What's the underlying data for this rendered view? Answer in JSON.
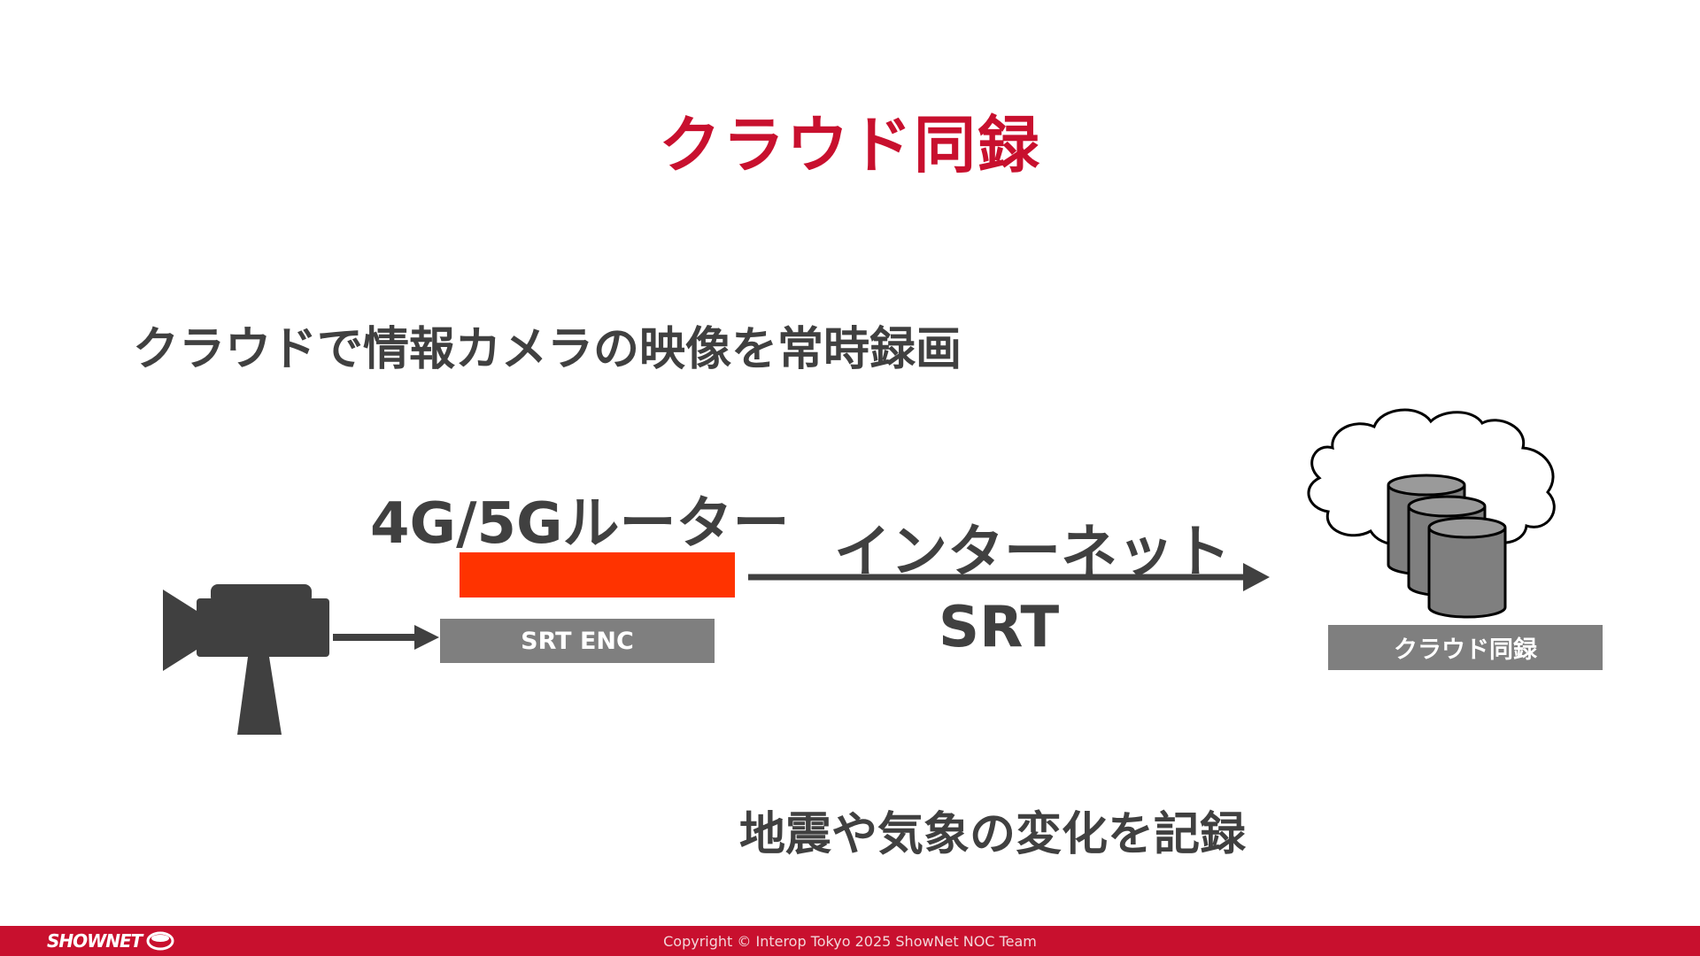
{
  "slide": {
    "title": "クラウド同録",
    "subtitle": "クラウドで情報カメラの映像を常時録画",
    "bottom_text": "地震や気象の変化を記録"
  },
  "diagram": {
    "router_label": "4G/5Gルーター",
    "encoder_label": "SRT ENC",
    "internet_label": "インターネット",
    "protocol_label": "SRT",
    "cloud_label": "クラウド同録",
    "icons": [
      "camera-icon",
      "cloud-icon",
      "database-icon"
    ]
  },
  "footer": {
    "logo": "SHOWNET",
    "copyright": "Copyright © Interop Tokyo 2025 ShowNet NOC Team"
  },
  "colors": {
    "title_red": "#c8102e",
    "router_orange": "#ff3300",
    "box_gray": "#7f7f7f",
    "text_dark": "#404040"
  }
}
